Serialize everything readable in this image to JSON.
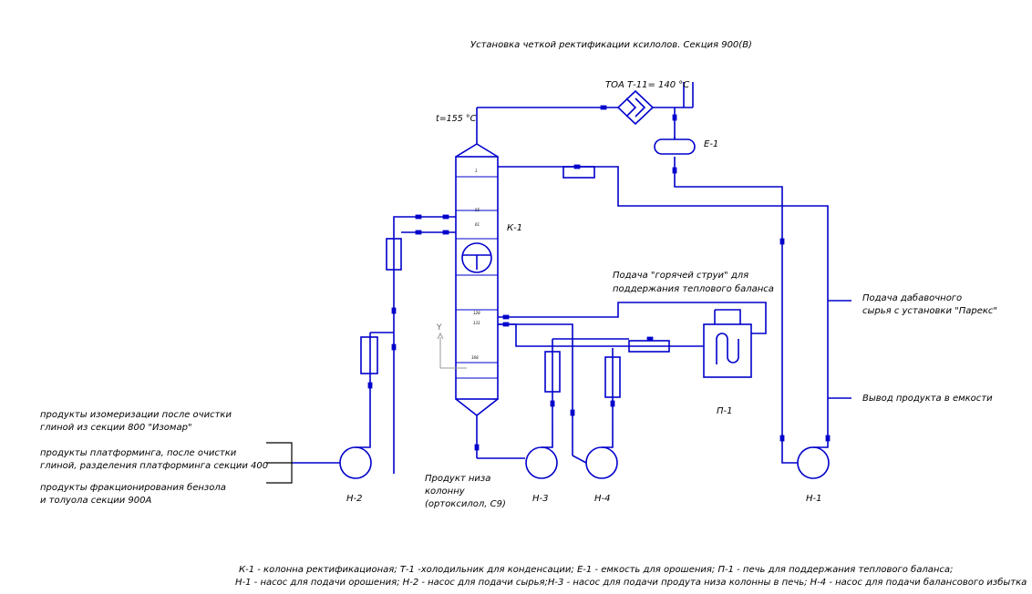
{
  "title": "Установка четкой ректификации ксилолов. Секция 900(В)",
  "labels": {
    "temp_top": "t=155 °C",
    "cooler": "ТОА Т-11= 140 °C",
    "tank": "Е-1",
    "column": "К-1",
    "hot_jet_1": "Подача \"горячей струи\" для",
    "hot_jet_2": "поддержания теплового баланса",
    "furnace": "П-1",
    "feed_out_1": "Подача дабавочного",
    "feed_out_2": "сырья с установки \"Парекс\"",
    "product_out": "Вывод продукта в емкости",
    "bottom_1": "Продукт низа",
    "bottom_2": "колонну",
    "bottom_3": "(ортоксилол, С9)",
    "pump_h2": "Н-2",
    "pump_h3": "Н-3",
    "pump_h4": "Н-4",
    "pump_h1": "Н-1",
    "axis_y": "Y",
    "in1_1": "продукты изомеризации после очистки",
    "in1_2": "глиной из секции 800 \"Изомар\"",
    "in2_1": "продукты платформинга, после очистки",
    "in2_2": "глиной, разделения платформинга секции 400",
    "in3_1": "продукты фракционирования бензола",
    "in3_2": "и толуола секции 900А",
    "tray_1": "1",
    "tray_55": "55",
    "tray_61": "61",
    "tray_128": "128",
    "tray_131": "131",
    "tray_168": "168"
  },
  "legend": {
    "line1": "К-1 - колонна ректификационая; Т-1 -холодильник для конденсации; Е-1 - емкость для орошения; П-1 - печь для поддержания теплового баланса;",
    "line2": "Н-1 - насос для подачи орошения; Н-2 - насос для подачи сырья;Н-3 - насос для подачи продута низа колонны в печь; Н-4 - насос для подачи балансового избытка"
  },
  "colors": {
    "pipe": "#0000cc",
    "text": "#000000"
  }
}
